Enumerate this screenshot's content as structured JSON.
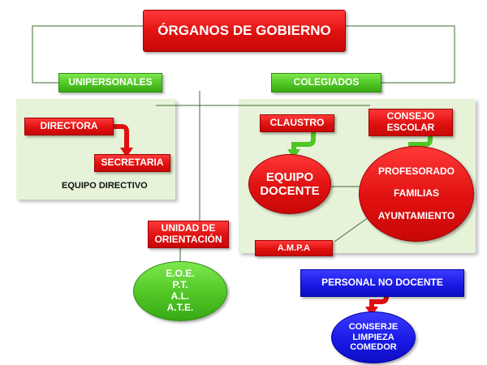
{
  "title": "ÓRGANOS DE GOBIERNO",
  "unipersonales": {
    "label": "UNIPERSONALES",
    "directora": "DIRECTORA",
    "secretaria": "SECRETARIA",
    "group_label": "EQUIPO DIRECTIVO"
  },
  "colegiados": {
    "label": "COLEGIADOS",
    "claustro": "CLAUSTRO",
    "equipo_docente": [
      "EQUIPO",
      "DOCENTE"
    ],
    "consejo_escolar": [
      "CONSEJO",
      "ESCOLAR"
    ],
    "consejo_members": [
      "PROFESORADO",
      "FAMILIAS",
      "AYUNTAMIENTO"
    ],
    "ampa": "A.M.P.A"
  },
  "orientacion": {
    "label": [
      "UNIDAD DE",
      "ORIENTACIÓN"
    ],
    "members": [
      "E.O.E.",
      "P.T.",
      "A.L.",
      "A.T.E."
    ]
  },
  "personal": {
    "label": "PERSONAL NO DOCENTE",
    "members": [
      "CONSERJE",
      "LIMPIEZA",
      "COMEDOR"
    ]
  },
  "colors": {
    "red": "#e01010",
    "green": "#4fc625",
    "blue": "#1a1ae6",
    "panel": "#e6f3d9"
  }
}
